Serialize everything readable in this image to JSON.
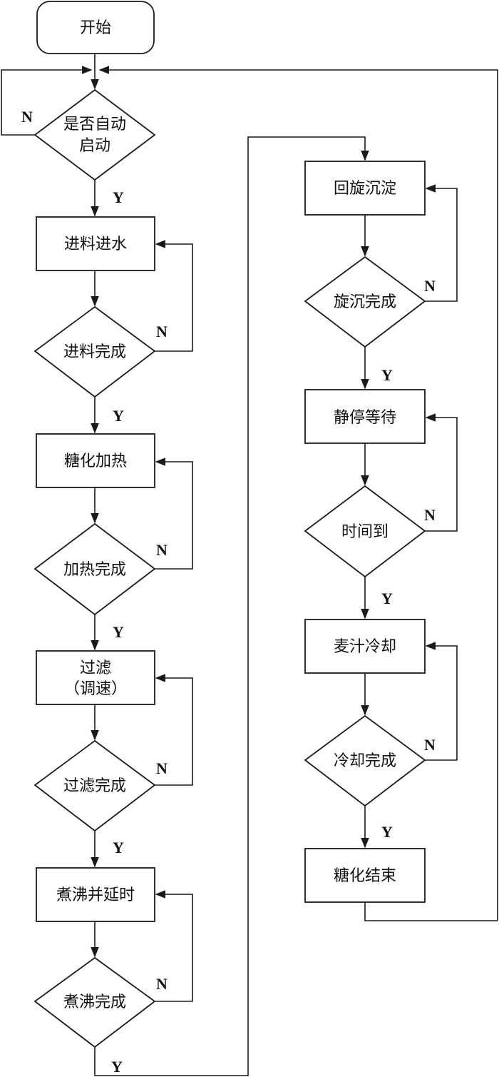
{
  "start": "开始",
  "auto_start": [
    "是否自动",
    "启动"
  ],
  "feed": "进料进水",
  "feed_done": "进料完成",
  "saccharify_heat": "糖化加热",
  "heat_done": "加热完成",
  "filter": [
    "过滤",
    "（调速）"
  ],
  "filter_done": "过滤完成",
  "boil": "煮沸并延时",
  "boil_done": "煮沸完成",
  "whirlpool": "回旋沉淀",
  "whirlpool_done": "旋沉完成",
  "rest": "静停等待",
  "time_up": "时间到",
  "wort_cool": "麦汁冷却",
  "cool_done": "冷却完成",
  "end": "糖化结束",
  "yes": "Y",
  "no": "N"
}
